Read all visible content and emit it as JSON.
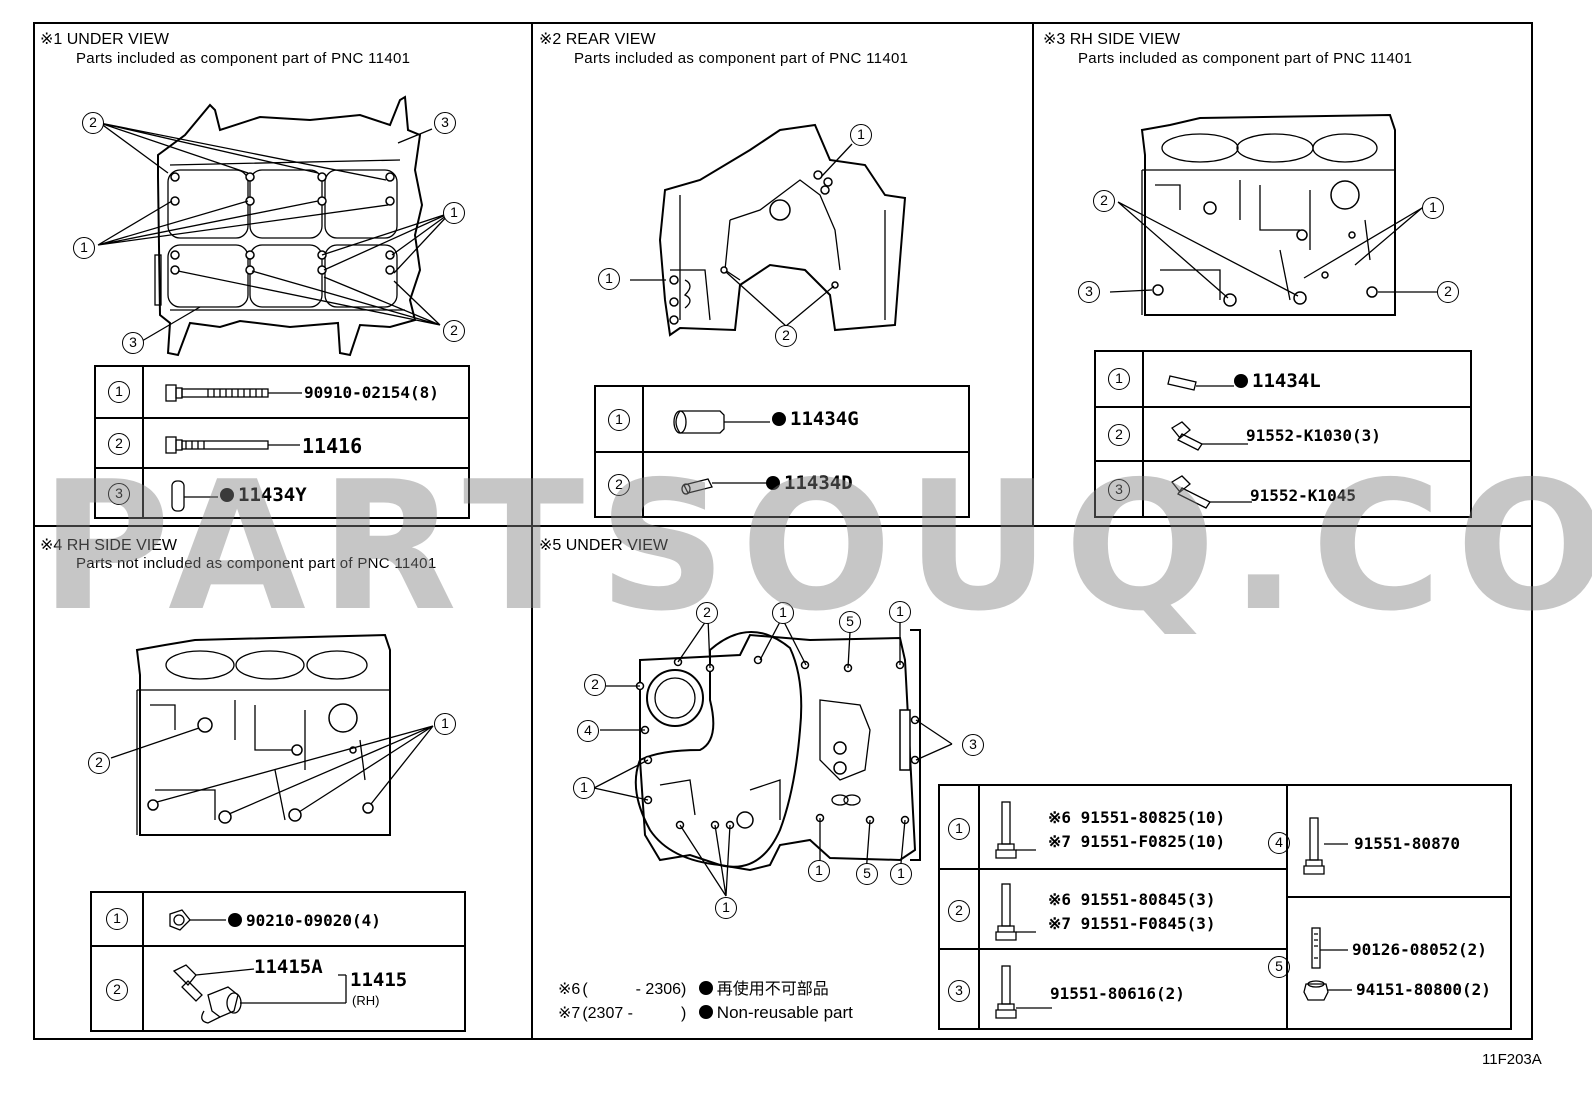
{
  "panels": {
    "p1": {
      "title": "※1 UNDER VIEW",
      "subtitle": "Parts included as component part of PNC 11401",
      "callouts": [
        "2",
        "3",
        "1",
        "1",
        "2",
        "3"
      ],
      "rows": [
        {
          "num": "1",
          "part": "90910-02154(8)"
        },
        {
          "num": "2",
          "part": "11416"
        },
        {
          "num": "3",
          "part": "11434Y"
        }
      ]
    },
    "p2": {
      "title": "※2 REAR VIEW",
      "subtitle": "Parts included as component part of PNC 11401",
      "callouts": [
        "1",
        "1",
        "2"
      ],
      "rows": [
        {
          "num": "1",
          "part": "11434G"
        },
        {
          "num": "2",
          "part": "11434D"
        }
      ]
    },
    "p3": {
      "title": "※3 RH SIDE VIEW",
      "subtitle": "Parts included as component part of PNC 11401",
      "callouts": [
        "2",
        "1",
        "3",
        "2"
      ],
      "rows": [
        {
          "num": "1",
          "part": "11434L"
        },
        {
          "num": "2",
          "part": "91552-K1030(3)"
        },
        {
          "num": "3",
          "part": "91552-K1045"
        }
      ]
    },
    "p4": {
      "title": "※4 RH SIDE VIEW",
      "subtitle": "Parts not included as component part of PNC 11401",
      "callouts": [
        "1",
        "2"
      ],
      "rows": [
        {
          "num": "1",
          "part": "90210-09020(4)"
        },
        {
          "num": "2",
          "part_a": "11415A",
          "part_b": "11415",
          "part_b_note": "(RH)"
        }
      ]
    },
    "p5": {
      "title": "※5 UNDER VIEW",
      "callouts": [
        "2",
        "1",
        "5",
        "1",
        "2",
        "4",
        "3",
        "1",
        "1",
        "5",
        "1",
        "1"
      ],
      "rows_left": [
        {
          "num": "1",
          "line1": "※6 91551-80825(10)",
          "line2": "※7 91551-F0825(10)"
        },
        {
          "num": "2",
          "line1": "※6 91551-80845(3)",
          "line2": "※7 91551-F0845(3)"
        },
        {
          "num": "3",
          "line1": "91551-80616(2)"
        }
      ],
      "rows_right": [
        {
          "num": "4",
          "line1": "91551-80870"
        },
        {
          "num": "5",
          "line1": "90126-08052(2)",
          "line2": "94151-80800(2)"
        }
      ],
      "notes": [
        {
          "mark": "※6",
          "range": "(　　　- 2306)",
          "text": "再使用不可部品"
        },
        {
          "mark": "※7",
          "range": "(2307 -　　　)",
          "text": "Non-reusable part"
        }
      ]
    }
  },
  "watermark": "PARTSOUQ.COM",
  "figure_code": "11F203A"
}
